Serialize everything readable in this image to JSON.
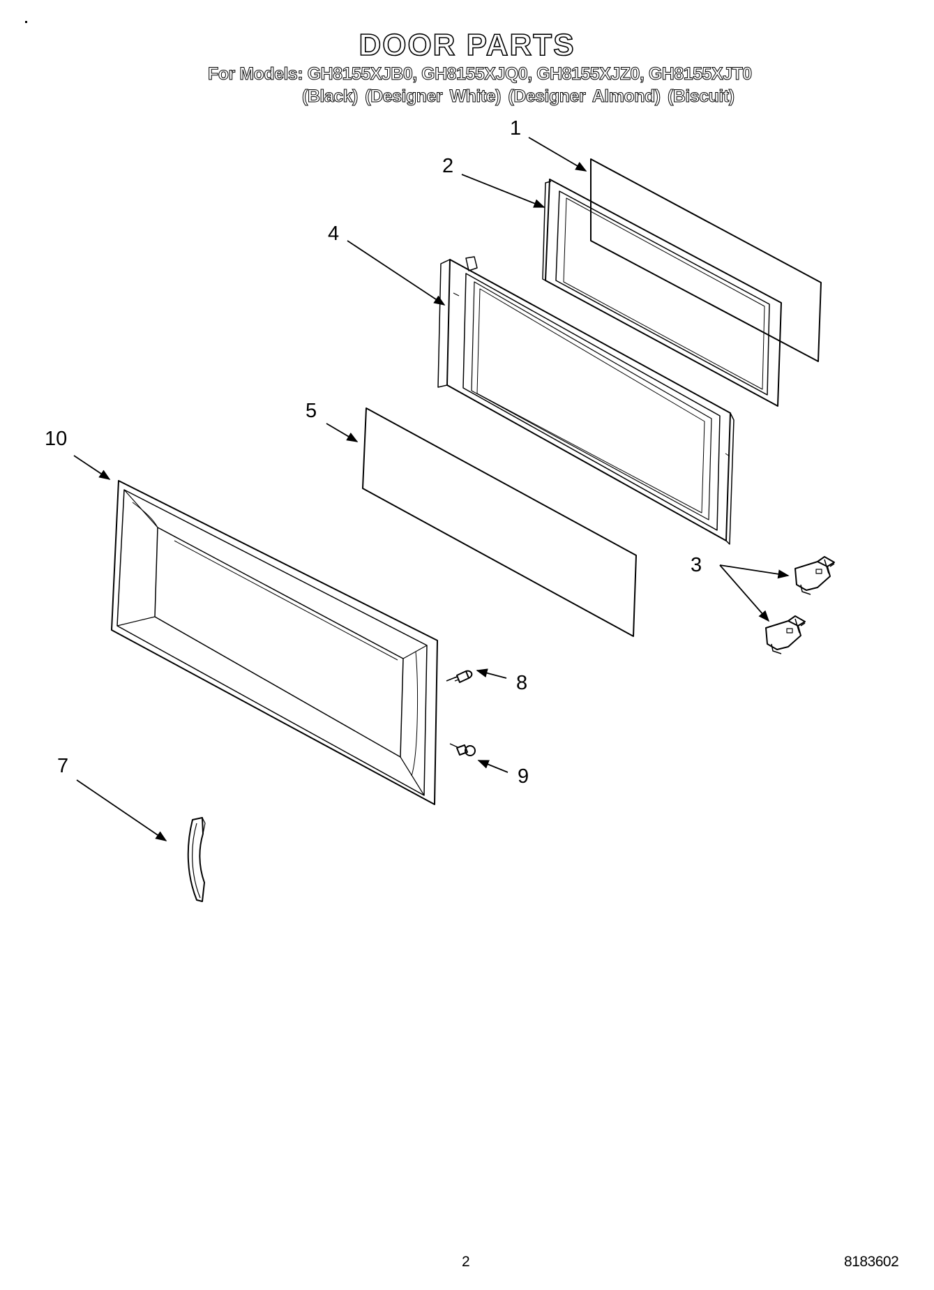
{
  "header": {
    "title": "DOOR PARTS",
    "models_line": "For Models: GH8155XJB0, GH8155XJQ0, GH8155XJZ0, GH8155XJT0",
    "colors_line": "(Black)  (Designer White) (Designer Almond)  (Biscuit)"
  },
  "callouts": {
    "c1": "1",
    "c2": "2",
    "c3": "3",
    "c4": "4",
    "c5": "5",
    "c7": "7",
    "c8": "8",
    "c9": "9",
    "c10": "10"
  },
  "footer": {
    "page_number": "2",
    "document_number": "8183602"
  }
}
